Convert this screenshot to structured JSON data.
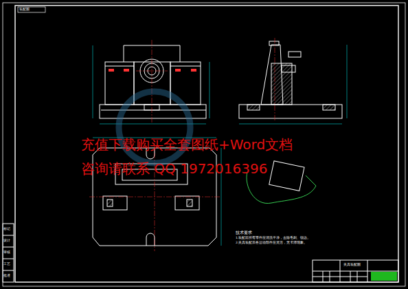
{
  "diagram": {
    "labels": [
      "装配图",
      "充值下载购买全套图纸+Word文档",
      "咨询请联系 QQ 1972016396",
      "技术要求",
      "1.装配前所有零件应清洗干净，去除毛刺、锐边。",
      "2.夹具装配后各运动部件应灵活，无卡滞现象。",
      "夹具装配图",
      "标记",
      "设计",
      "审核",
      "工艺",
      "批准"
    ]
  }
}
